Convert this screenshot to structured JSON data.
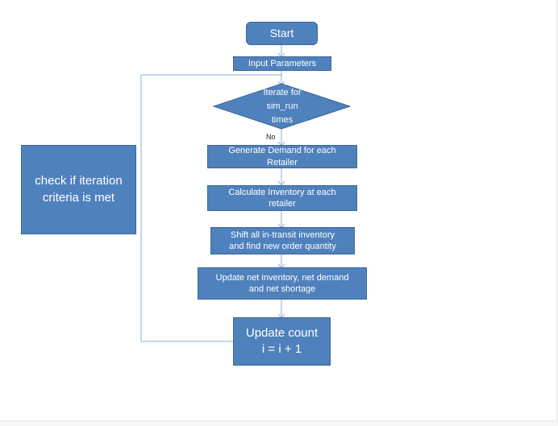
{
  "diagram": {
    "start": "Start",
    "input": "Input Parameters",
    "decision": "Iterate for\nsim_run\ntimes",
    "no_label": "No",
    "generate": "Generate Demand for each\nRetailer",
    "calculate": "Calculate Inventory at each\nretailer",
    "shift": "Shift all in-transit inventory\nand find new order quantity",
    "update_net": "Update net inventory, net demand\nand net shortage",
    "update_count": "Update count\ni = i + 1",
    "check": "check if iteration\ncriteria is met"
  },
  "colors": {
    "box_fill": "#4f81bd",
    "box_border": "#3a6596",
    "connector": "#8eaed6",
    "text": "#ffffff"
  }
}
